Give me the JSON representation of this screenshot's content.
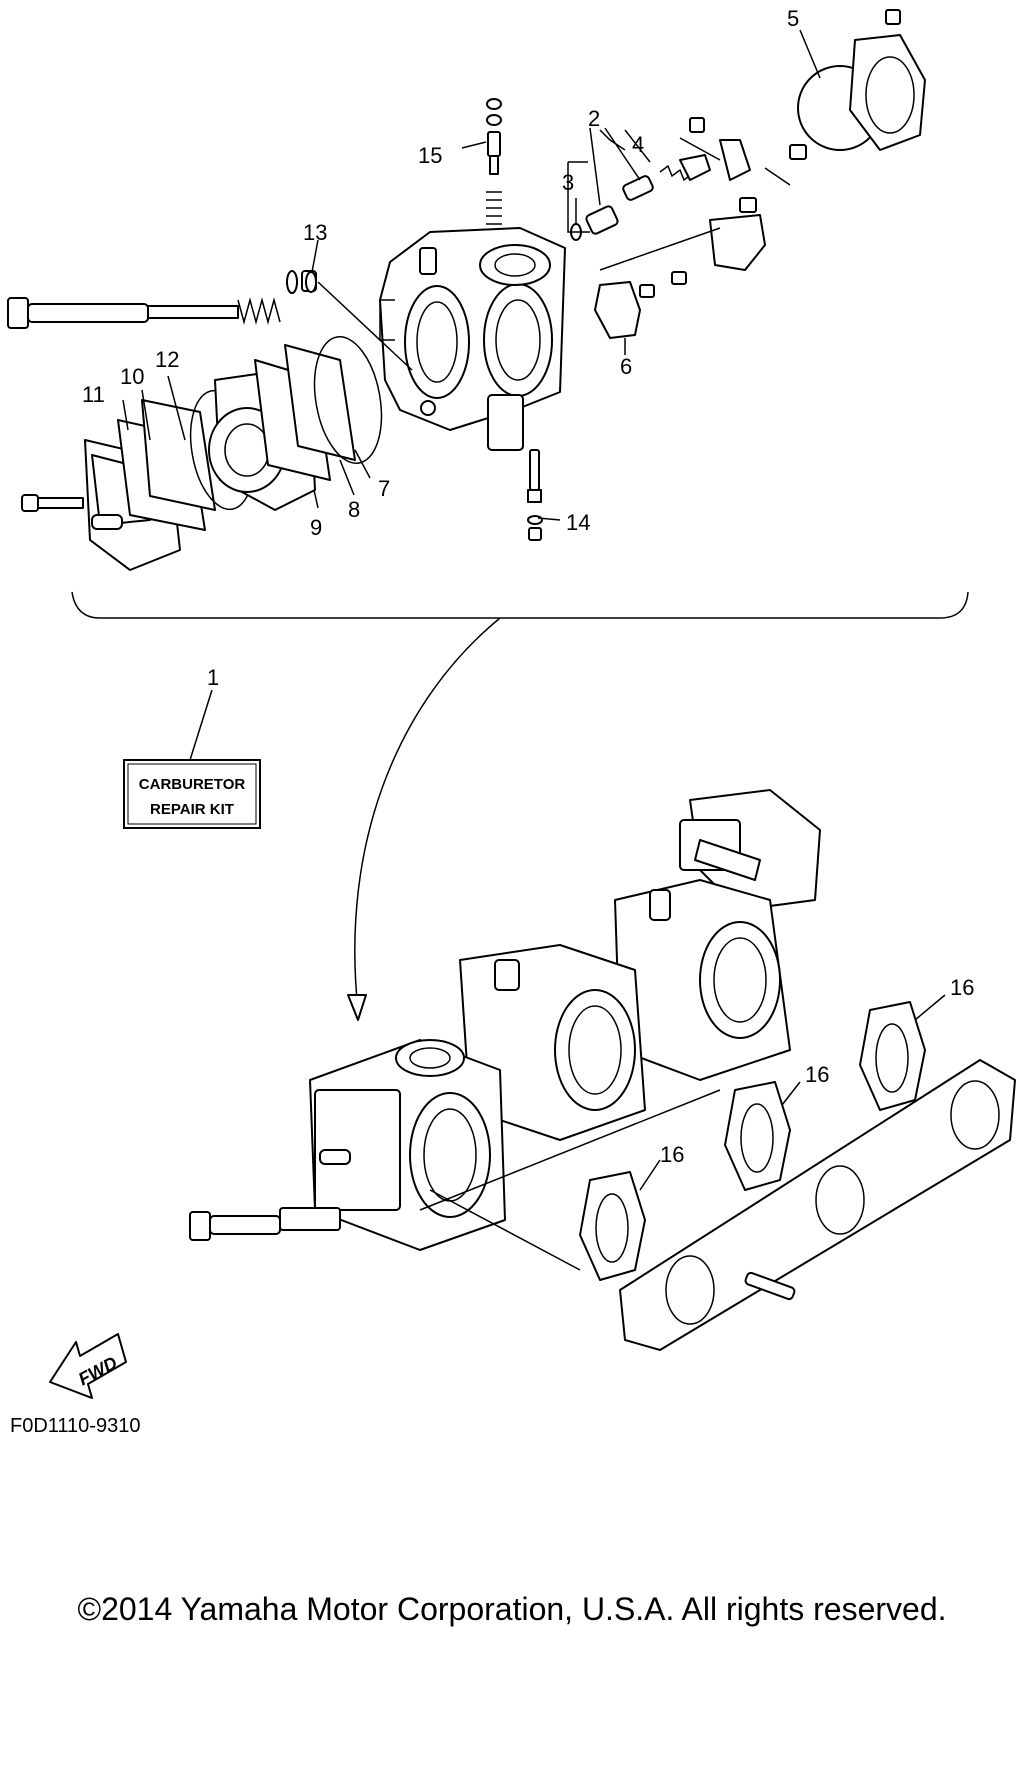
{
  "diagram": {
    "callouts": {
      "c1": "1",
      "c2": "2",
      "c3": "3",
      "c4": "4",
      "c5": "5",
      "c6": "6",
      "c7": "7",
      "c8": "8",
      "c9": "9",
      "c10": "10",
      "c11": "11",
      "c12": "12",
      "c13": "13",
      "c14": "14",
      "c15": "15",
      "c16a": "16",
      "c16b": "16",
      "c16c": "16"
    },
    "repair_kit": {
      "line1": "CARBURETOR",
      "line2": "REPAIR KIT"
    },
    "fwd_label": "FWD",
    "figure_code": "F0D1110-9310",
    "copyright": "©2014 Yamaha Motor Corporation, U.S.A. All rights reserved."
  }
}
